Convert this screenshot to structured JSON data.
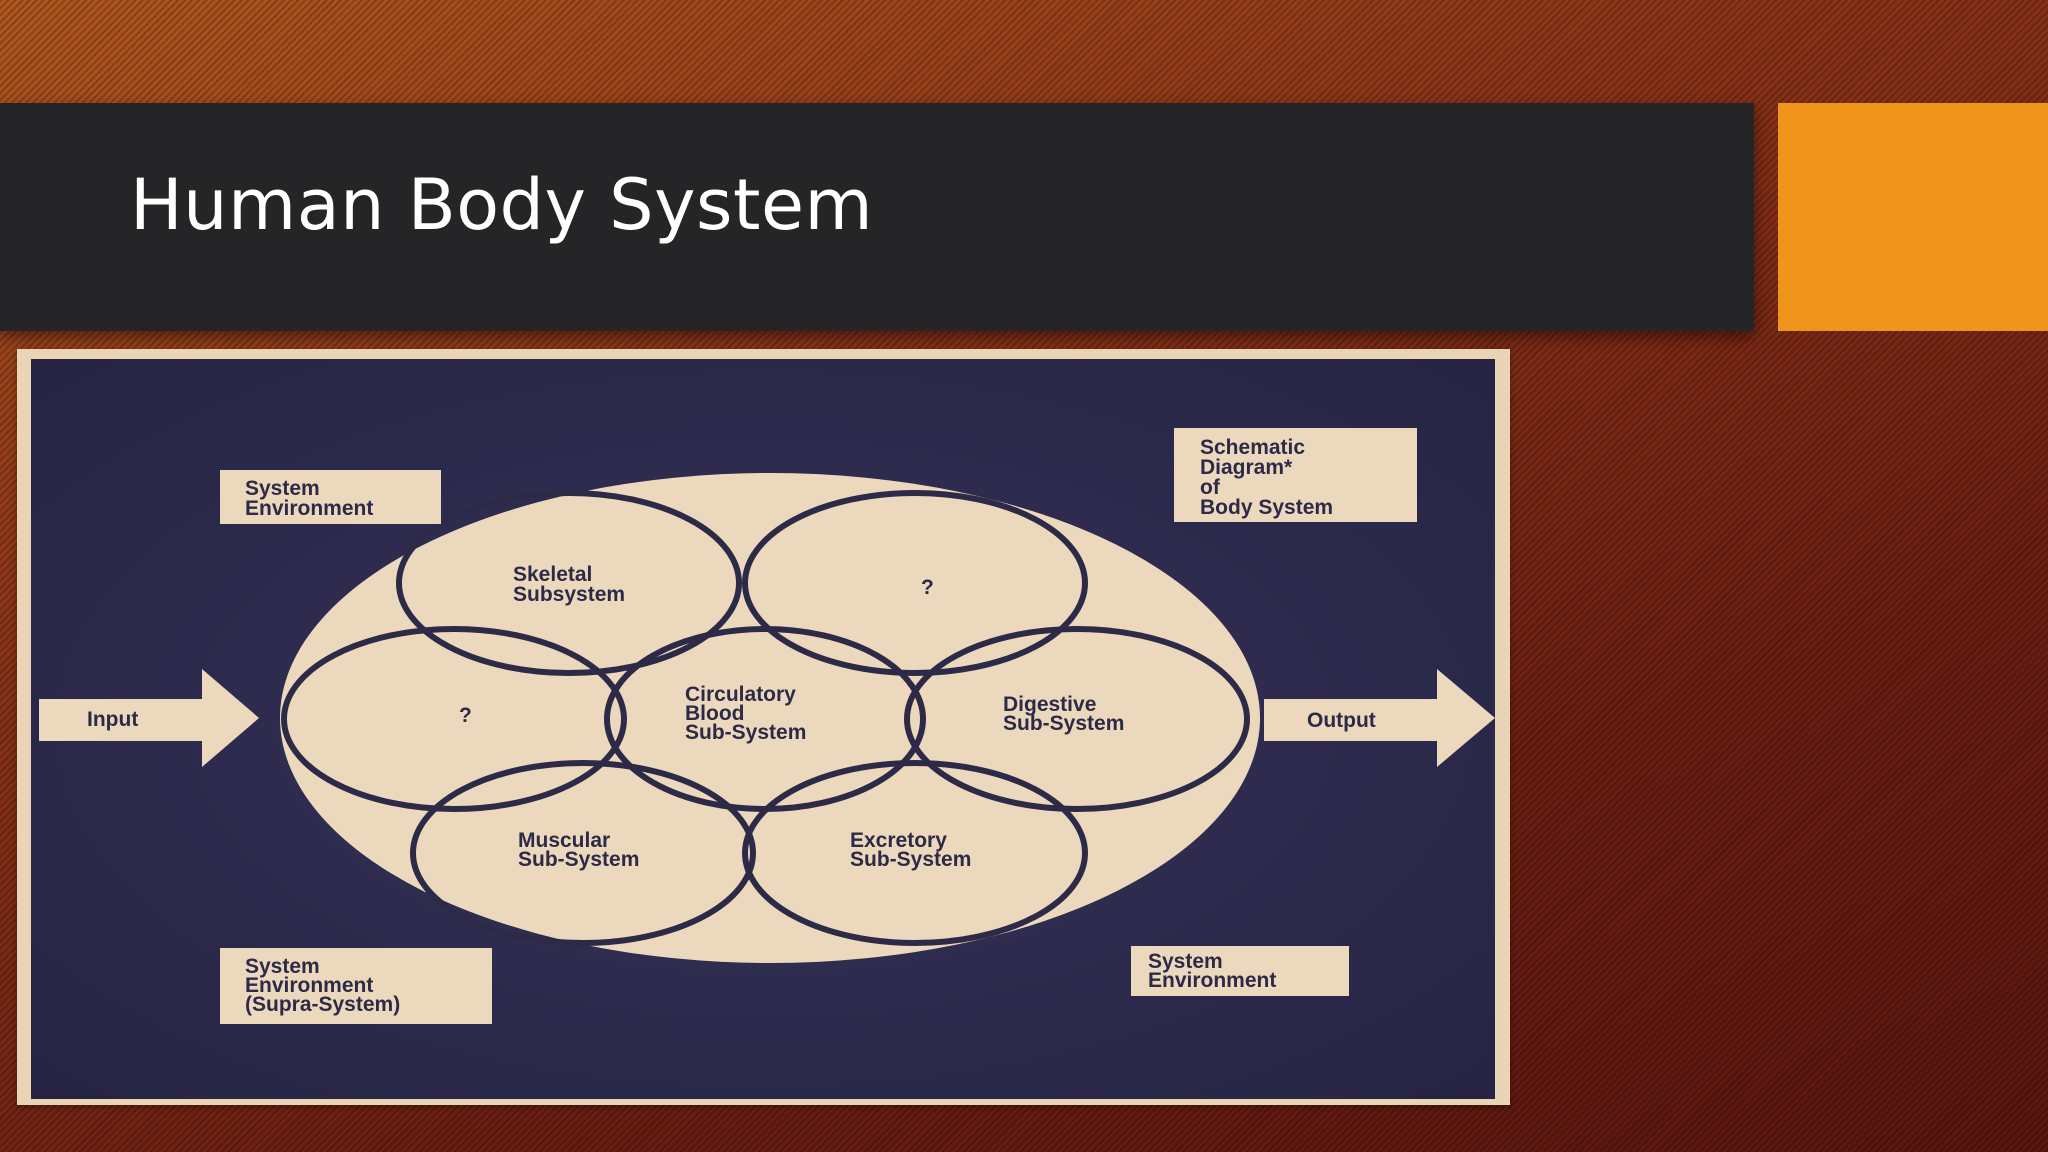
{
  "slide": {
    "title": "Human Body System",
    "accent_color": "#f0951c",
    "title_bar_color": "#252427"
  },
  "diagram": {
    "background_color": "#2f2c4f",
    "paper_color": "#ecd9bd",
    "labels": {
      "env_top_left": [
        "System",
        "Environment"
      ],
      "schematic": [
        "Schematic",
        "Diagram*",
        "of",
        "Body System"
      ],
      "input": "Input",
      "output": "Output",
      "skeletal": [
        "Skeletal",
        "Subsystem"
      ],
      "unknown_top": "?",
      "unknown_left": "?",
      "circulatory": [
        "Circulatory",
        "Blood",
        "Sub-System"
      ],
      "digestive": [
        "Digestive",
        "Sub-System"
      ],
      "muscular": [
        "Muscular",
        "Sub-System"
      ],
      "excretory": [
        "Excretory",
        "Sub-System"
      ],
      "env_bottom_left": [
        "System",
        "Environment",
        "(Supra-System)"
      ],
      "env_bottom_right": [
        "System",
        "Environment"
      ]
    }
  }
}
